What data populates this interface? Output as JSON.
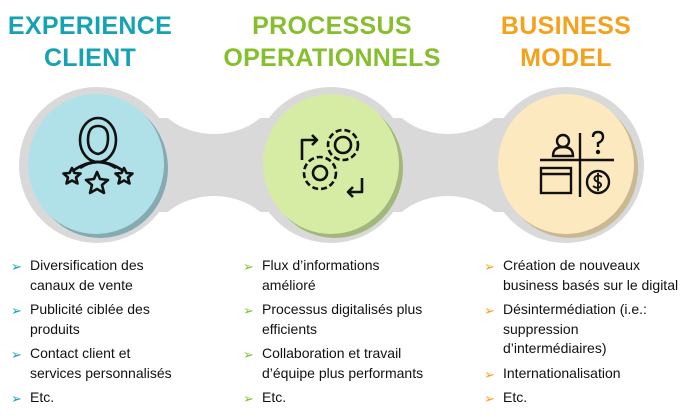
{
  "colors": {
    "client": "#16A2B3",
    "process": "#86BE2E",
    "business": "#F5A11C"
  },
  "columns": [
    {
      "title_line1": "EXPERIENCE",
      "title_line2": "CLIENT",
      "icon": "user-stars-icon",
      "items": [
        "Diversification des\ncanaux de vente",
        "Publicité ciblée des\nproduits",
        "Contact client et\nservices personnalisés",
        "Etc."
      ]
    },
    {
      "title_line1": "PROCESSUS",
      "title_line2": "OPERATIONNELS",
      "icon": "gears-cycle-icon",
      "items": [
        "Flux d’informations\namélioré",
        "Processus digitalisés plus\nefficients",
        "Collaboration et travail\nd’équipe plus performants",
        "Etc."
      ]
    },
    {
      "title_line1": "BUSINESS",
      "title_line2": "MODEL",
      "icon": "business-model-canvas-icon",
      "items": [
        "Création de nouveaux\nbusiness basés sur le digital",
        "Désintermédiation (i.e.:\nsuppression\nd’intermédiaires)",
        "Internationalisation",
        "Etc."
      ]
    }
  ]
}
